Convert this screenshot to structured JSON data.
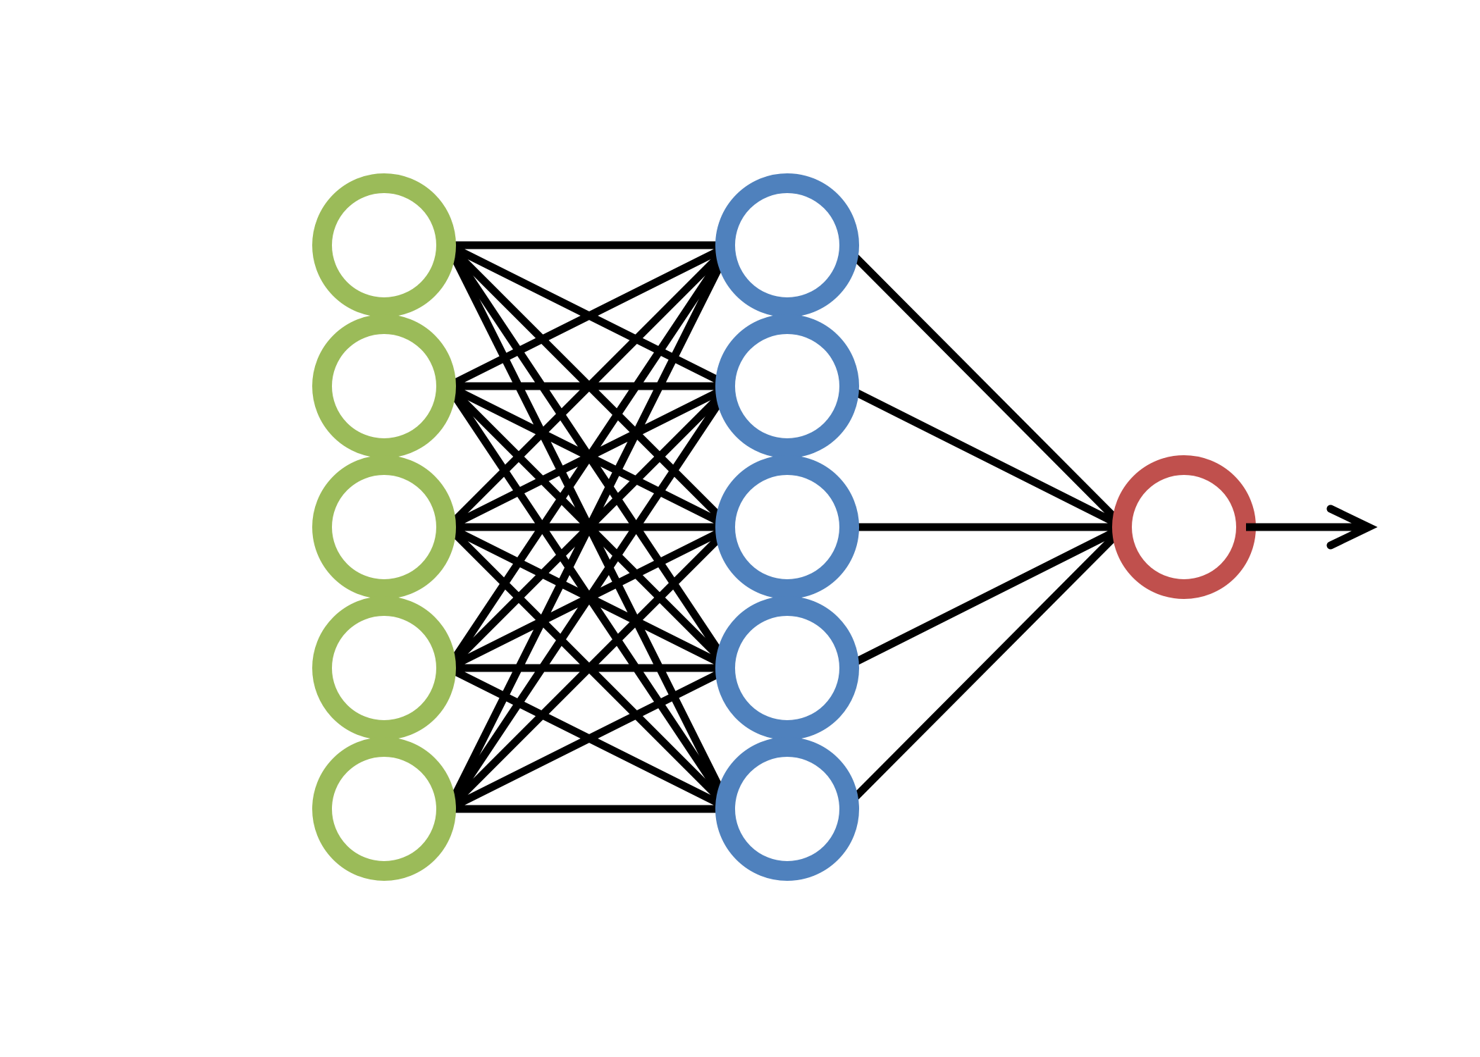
{
  "diagram": {
    "type": "neural-network",
    "layers": [
      {
        "role": "input",
        "nodes": 5,
        "color": "#9BBB59"
      },
      {
        "role": "hidden",
        "nodes": 5,
        "color": "#4F81BD"
      },
      {
        "role": "output",
        "nodes": 1,
        "color": "#C0504D"
      }
    ],
    "connections": "fully-connected",
    "edge_color": "#000000",
    "output_arrow": true
  }
}
